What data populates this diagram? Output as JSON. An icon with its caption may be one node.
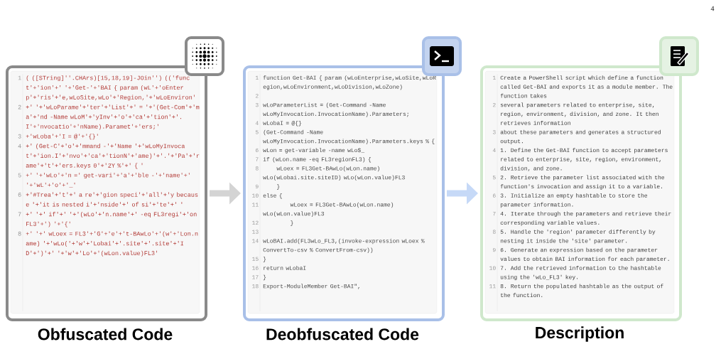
{
  "diagram": {
    "nodes": [
      {
        "text": [
          "( ([STring]''.CHArs)[15,18,19]-JOin'') (('funct'+'ion'+' '+'Get-'+'BAI { param (wL'+'oEnterp'+'ris'+'e,wLoSite,wLo'+'Region,'+'wLoEnviron'",
          "+' '+'wLoParame'+'ter'+'List'+' = '+'(Get-Com'+'ma'+'nd -Name wLoM'+'yInv'+'o'+'ca'+'tion'+'.I'+'nvocatio'+'nName).Paramet'+'ers;'",
          "+'wLoba'+'I = @'+'{}'",
          "+' (Get-C'+'o'+'mmand -'+'Name '+'wLoMyInvocat'+'ion.I'+'nvo'+'ca'+'tionN'+'ame)'+'.'+'Pa'+'rame'+'t'+'ers.keys 0'+'2Y %'+' { '",
          "+' '+'wLo'+'n =' get-vari'+'a'+'ble -'+'name'+' '+'wL'+'o'+'_'",
          "+'#Trea'+'t'+' a re'+'gion speci'+'all'+'y because '+'it is nested i'+'nside'+' of si'+'te'+' '",
          "+' '+' if'+' '+'(wLo'+'n.name'+' -eq FL3regi'+'onFL3'+') '+'{'",
          "+' '+' wLoex = FL3'+'G'+'e'+'t-BAwLo'+'(w'+'Lon.name) '+'wLo('+'w'+'Lobai'+'.site'+'.site'+'ID'+')'+' '+'w'+'Lo'+'(wLon.value)FL3'",
          "Obfuscated Code"
        ]
      },
      {
        "text": [
          "function Get-BAI { param (wLoEnterprise,wLoSite,wLoRegion,wLoEnvironment,wLoDivision,wLoZone)",
          "wLoParameterList = (Get-Command -Name wLoMyInvocation.InvocationName).Parameters;",
          "wLobaI = @{}",
          "(Get-Command -Name wLoMyInvocation.InvocationName).Parameters.keys % {",
          "wLon = get-variable -name wLo$_",
          "if (wLon.name -eq FL3regionFL3) {",
          "wLoex = FL3Get-BAwLo(wLon.name) wLo(wLobai.site.siteID) wLo(wLon.value)FL3",
          "}",
          "else {",
          "wLoex = FL3Get-BAwLo(wLon.name) wLo(wLon.value)FL3",
          "}",
          "wLoBAI.add(FL3wLo_FL3,(invoke-expression wLoex % ConvertTo-csv % ConvertFrom-csv))",
          "}",
          "return wLobaI",
          "}",
          "Export-ModuleMember Get-BAI\",",
          "Deobfuscated Code"
        ]
      },
      {
        "text": [
          "Create a PowerShell script which define a function called Get-BAI and exports it as a module member. The function takes",
          "several parameters related to enterprise, site, region, environment, division, and zone. It then retrieves information",
          "about these parameters and generates a structured output.",
          "1. Define the Get-BAI function to accept parameters related to enterprise, site, region, environment, division, and zone.",
          "2. Retrieve the parameter list associated with the function's invocation and assign it to a variable.",
          "3. Initialize an empty hashtable to store the parameter information.",
          "4. Iterate through the parameters and retrieve their corresponding variable values.",
          "5. Handle the 'region' parameter differently by nesting it inside the 'site' parameter.",
          "6. Generate an expression based on the parameter values to obtain BAI information for each parameter.",
          "7. Add the retrieved information to the hashtable using the 'wLo_FL3' key.",
          "8. Return the populated hashtable as the output of the function.",
          "Description"
        ]
      }
    ],
    "edges": [
      {
        "from": 0,
        "to": 1,
        "arrow": "to",
        "color": "#d4d4d4"
      },
      {
        "from": 1,
        "to": 2,
        "arrow": "to",
        "color": "#c6d9f7"
      }
    ],
    "labels": [
      "4",
      "1",
      "2",
      "3",
      "4",
      "5",
      "6",
      "7",
      "8",
      "1",
      "2",
      "3",
      "4",
      "5",
      "6",
      "7",
      "8",
      "9",
      "10",
      "11",
      "12",
      "13",
      "14",
      "15",
      "16",
      "17",
      "18",
      "1",
      "2",
      "3",
      "4",
      "5",
      "6",
      "7",
      "8",
      "9",
      "10",
      "11"
    ]
  }
}
